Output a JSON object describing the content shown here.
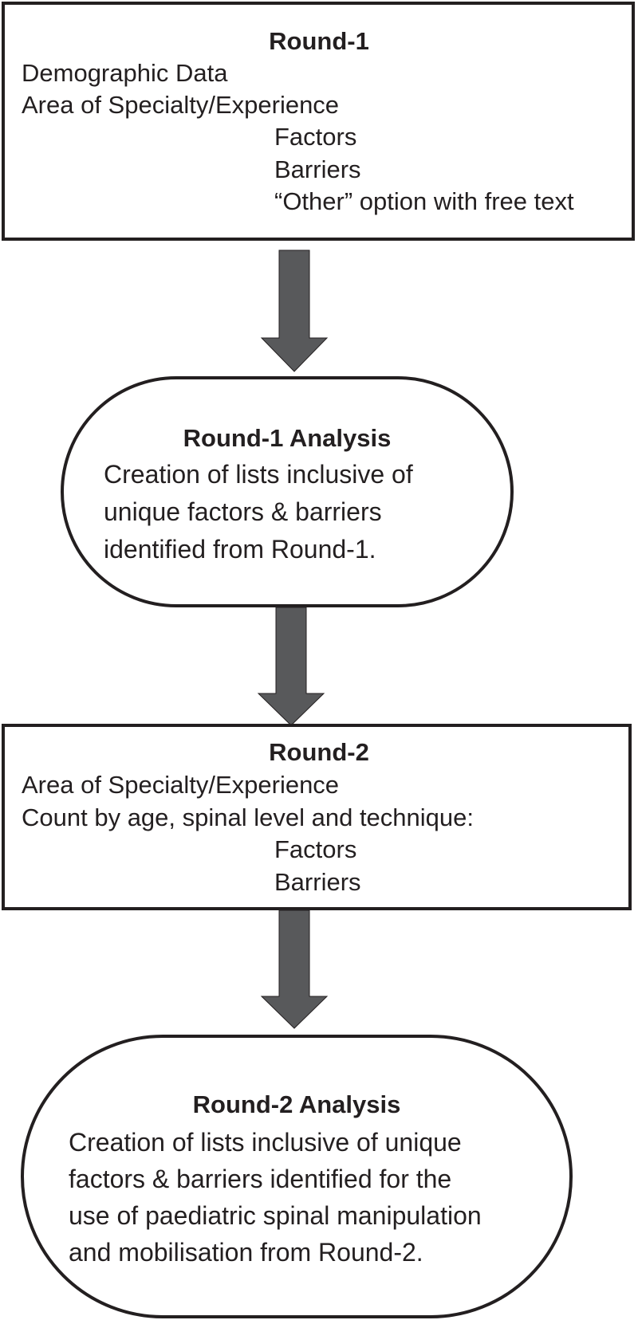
{
  "boxes": {
    "round1": {
      "title": "Round-1",
      "lines": [
        "Demographic Data",
        "Area of Specialty/Experience",
        "Factors",
        "Barriers",
        "“Other” option with free text"
      ]
    },
    "round1_analysis": {
      "title": "Round-1 Analysis",
      "lines": [
        "Creation of lists inclusive of",
        "unique factors & barriers",
        "identified from Round-1."
      ]
    },
    "round2": {
      "title": "Round-2",
      "lines": [
        "Area of Specialty/Experience",
        "Count by age, spinal level and technique:",
        "Factors",
        "Barriers"
      ]
    },
    "round2_analysis": {
      "title": "Round-2 Analysis",
      "lines": [
        "Creation of lists inclusive of unique",
        "factors & barriers identified for the",
        "use of paediatric spinal manipulation",
        "and mobilisation from Round-2."
      ]
    }
  },
  "colors": {
    "stroke": "#231f20",
    "arrow_fill": "#58595b",
    "background": "#ffffff"
  }
}
